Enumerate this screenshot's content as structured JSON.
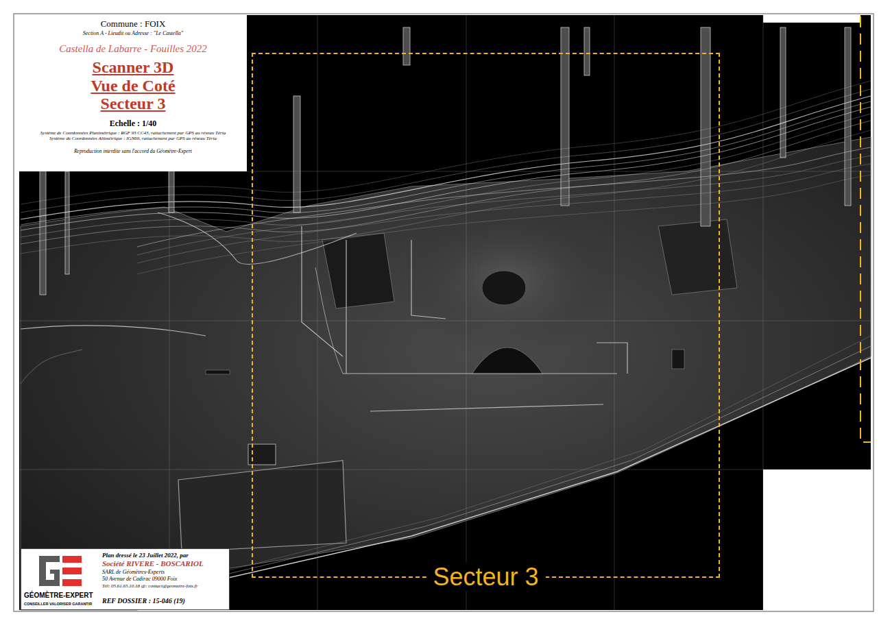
{
  "diagram": {
    "nodes": [
      {
        "text": [
          "Commune : FOIX",
          "Section A - Lieudit ou Adresse : \"Le Castella\"",
          "Castella de Labarre - Fouilles 2022",
          "Scanner 3D",
          "Vue de Coté",
          "Secteur 3",
          "Echelle : 1/40",
          "Système de Coordonnées Planimétrique : RGF 93 CC43, rattachement par GPS au réseau Téria",
          "Système de Coordonnées Altimétrique : IGN69, rattachement par GPS au réseau Téria",
          "Reproduction interdite sans l'accord du Géomètre-Expert"
        ]
      },
      {
        "text": [
          "GÉOMÈTRE-EXPERT",
          "CONSEILLER VALORISER GARANTIR",
          "Plan dressé le 23 Juillet 2022, par",
          "Société RIVERE - BOSCARIOL",
          "SARL de Géomètres-Experts",
          "50 Avenue de Cadirac 09000 Foix",
          "Tél: 05.61.65.10.18 @: contact@geometre-foix.fr",
          "REF DOSSIER : 15-046 (19)"
        ]
      },
      {
        "text": [
          "Secteur 3"
        ]
      }
    ]
  }
}
